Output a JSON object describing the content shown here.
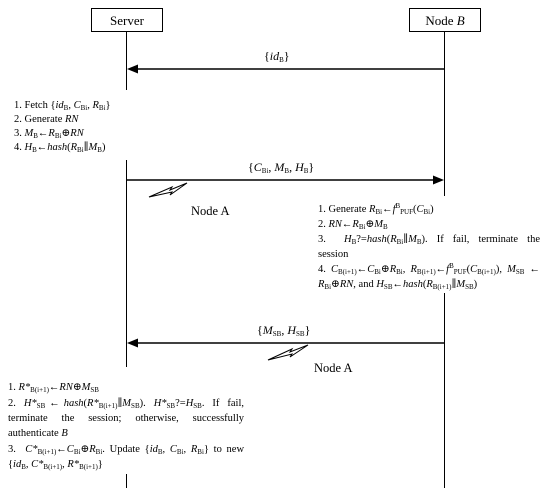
{
  "actors": {
    "server": "Server",
    "node": "Node",
    "node_b": "B"
  },
  "messages": {
    "m1": {
      "open": "{",
      "id": "id",
      "sub": "B",
      "close": "}"
    },
    "m2": {
      "open": "{",
      "c": "C",
      "c_sub": "Bi",
      "sep1": ", ",
      "m": "M",
      "m_sub": "B",
      "sep2": ", ",
      "h": "H",
      "h_sub": "B",
      "close": "}"
    },
    "m3": {
      "open": "{",
      "m": "M",
      "m_sub": "SB",
      "sep": ", ",
      "h": "H",
      "h_sub": "SB",
      "close": "}"
    }
  },
  "attacker": {
    "label": "Node A"
  },
  "server_steps_1": {
    "s1": {
      "pre": "1. Fetch {",
      "id": "id",
      "id_sub": "B",
      "c": "C",
      "c_sub": "Bi",
      "r": "R",
      "r_sub": "Bi",
      "close": "}"
    },
    "s2": {
      "pre": "2. Generate ",
      "rn": "RN"
    },
    "s3": {
      "pre": "3. ",
      "m": "M",
      "m_sub": "B",
      "arrow": "←",
      "r": "R",
      "r_sub": "Bi",
      "xor": "⊕",
      "rn": "RN"
    },
    "s4": {
      "pre": "4. ",
      "h": "H",
      "h_sub": "B",
      "arrow": "←",
      "hash": "hash",
      "r": "R",
      "r_sub": "Bi",
      "cat": "∥",
      "m": "M",
      "m_sub": "B",
      "close": ")"
    }
  },
  "node_steps": {
    "s1": {
      "pre": "1. Generate ",
      "r": "R",
      "r_sub": "Bi",
      "arrow": "←",
      "f": "f",
      "f_sup": "B",
      "f_sub": "PUF",
      "c": "C",
      "c_sub": "Bi"
    },
    "s2": {
      "rn": "RN",
      "arrow": "←",
      "r": "R",
      "r_sub": "Bi",
      "xor": "⊕",
      "m": "M",
      "m_sub": "B"
    },
    "s3": {
      "line1": "3.  H?=hash(R ∥M ). If fail, terminate the",
      "h_sub": "B",
      "r_sub": "Bi",
      "m_sub": "B",
      "line2": "session"
    },
    "s4": {
      "line1_pre": "4. ",
      "subs": [
        "B(i+1)",
        "Bi",
        "Bi",
        "B(i+1)",
        "B",
        "PUF",
        "B(i+1)",
        "SB"
      ],
      "line2_subs": [
        "Bi",
        "SB",
        "B(i+1)",
        "SB"
      ],
      "line2_tail": ", and ",
      "hash": "hash"
    }
  },
  "server_steps_2": {
    "s1": {
      "pre": "1. ",
      "r": "R*",
      "r_sub": "B(i+1)",
      "arrow": "←",
      "rn": "RN",
      "xor": "⊕",
      "m": "M",
      "m_sub": "SB"
    },
    "s2": {
      "line1": "2.  H* ← hash(R* ∥M ).  H* ?=H .  If  fail,",
      "line2": "terminate the session; otherwise, successfully",
      "line3_pre": "authenticate ",
      "line3_b": "B"
    },
    "s3": {
      "line1": "3.  C* ←C ⊕R . Update {id , C , R } to new",
      "line2": "{id , C* , R* }"
    }
  }
}
